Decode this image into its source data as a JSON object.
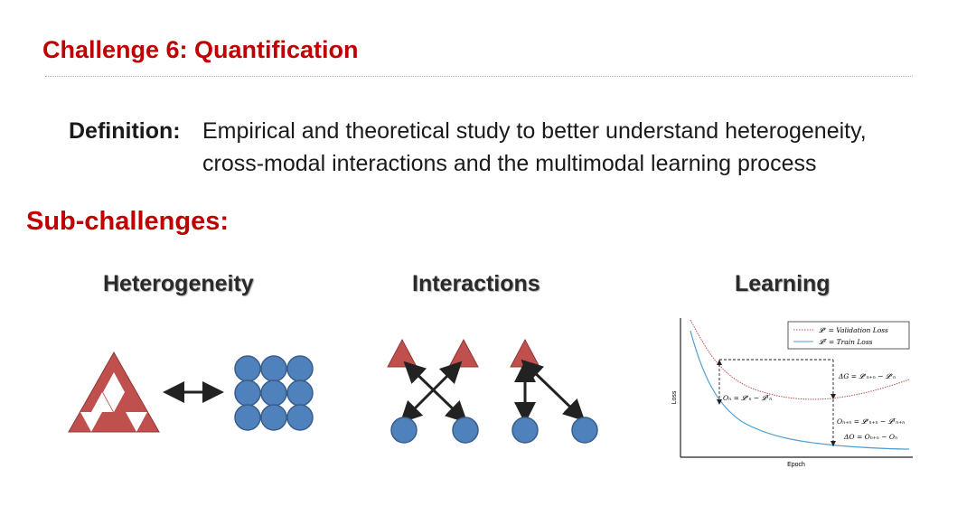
{
  "slide": {
    "title": "Challenge 6: Quantification",
    "definition": {
      "term": "Definition:",
      "line1": "Empirical and theoretical study to better understand heterogeneity,",
      "line2": "cross-modal interactions and the multimodal learning process"
    },
    "subchallenges_title": "Sub-challenges:",
    "columns": [
      "Heterogeneity",
      "Interactions",
      "Learning"
    ]
  },
  "colors": {
    "title_red": "#c00000",
    "triangle_fill": "#c0504d",
    "circle_fill": "#4f81bd",
    "circle_stroke": "#385d8a",
    "validation_curve": "#c0504d",
    "train_curve": "#4f9fd1"
  },
  "learning_plot": {
    "legend": {
      "validation": "𝓛ᵛ = Validation Loss",
      "train": "𝓛ᵀ = Train Loss"
    },
    "ylabel": "Loss",
    "xlabel": "Epoch",
    "annotations": {
      "delta_g": "ΔG = 𝓛ᵛₙ₊ₙ − 𝓛ᵛₙ",
      "o_n": "Oₙ = 𝓛ᵛₙ − 𝓛ᵀₙ",
      "o_nn": "Oₙ₊ₙ = 𝓛ᵛₙ₊ₙ − 𝓛ᵀₙ₊ₙ",
      "delta_o": "ΔO = Oₙ₊ₙ − Oₙ"
    }
  }
}
